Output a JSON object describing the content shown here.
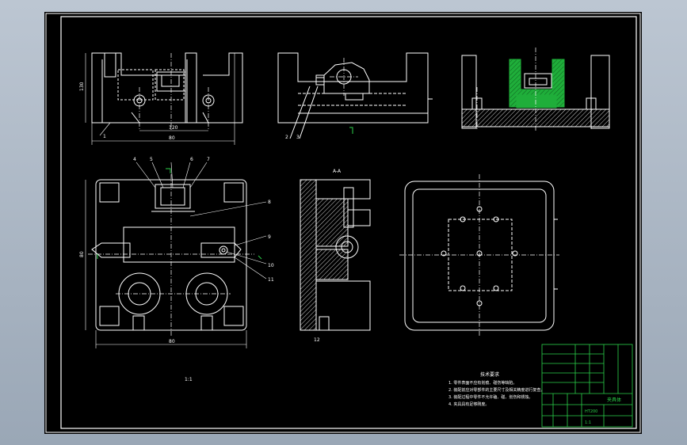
{
  "drawing": {
    "dims": {
      "front_height": "130",
      "front_inner": "120",
      "front_width": "80",
      "top_height": "80",
      "top_width": "80"
    },
    "callouts": [
      "1",
      "2",
      "3",
      "4",
      "5",
      "6",
      "7",
      "8",
      "9",
      "10",
      "11",
      "12"
    ],
    "view_label_side": "A",
    "section_marker": "A-A",
    "scale_note": "1:1",
    "tech_title": "技术要求",
    "tech_notes": [
      "1. 零件表面不应有划痕、碰伤等缺陷。",
      "2. 装配前应对零部件的主要尺寸及相关精度进行复查。",
      "3. 装配过程中零件不允许磕、碰、划伤和锈蚀。",
      "4. 夹具具有足够刚度。"
    ],
    "title_block": {
      "name": "夹具体",
      "material": "HT200",
      "scale": "1:1"
    }
  },
  "colors": {
    "line": "#ffffff",
    "frame": "#ffffff",
    "center": "#ffffff",
    "hatch": "#cfcfcf",
    "green_fill": "#1fae3a",
    "title_grid": "#2bd24a",
    "red": "#ff3030"
  }
}
